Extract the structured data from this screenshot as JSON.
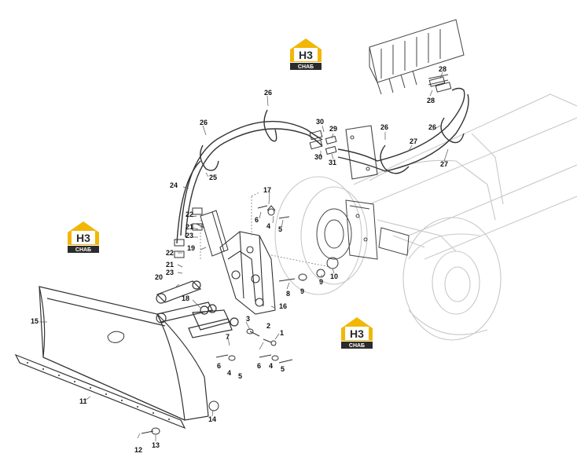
{
  "logo": {
    "letters": "H3",
    "caption": "CHAБ",
    "accent_color": "#f2b705",
    "dark_color": "#2b2b2b"
  },
  "parts": {
    "p1": "1",
    "p2": "2",
    "p3": "3",
    "p4": "4",
    "p5": "5",
    "p6": "6",
    "p7": "7",
    "p8": "8",
    "p9": "9",
    "p10": "10",
    "p11": "11",
    "p12": "12",
    "p13": "13",
    "p14": "14",
    "p15": "15",
    "p16": "16",
    "p17": "17",
    "p18": "18",
    "p19": "19",
    "p20": "20",
    "p21": "21",
    "p22": "22",
    "p23": "23",
    "p24": "24",
    "p25": "25",
    "p26": "26",
    "p27": "27",
    "p28": "28",
    "p29": "29",
    "p30": "30",
    "p31": "31"
  }
}
